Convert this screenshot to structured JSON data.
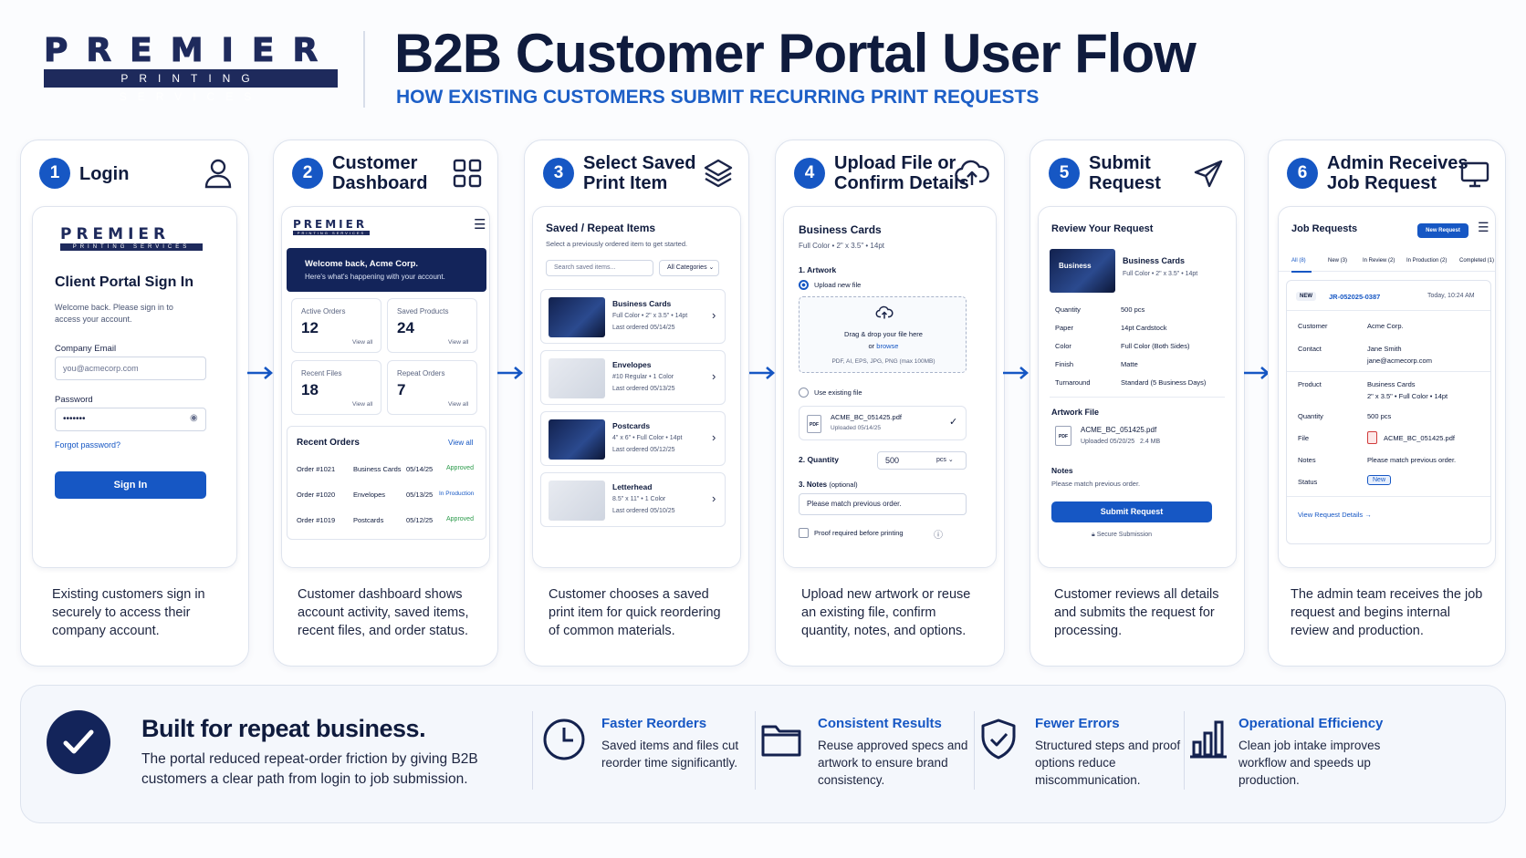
{
  "header": {
    "logo_main": "PREMIER",
    "logo_sub": "PRINTING SERVICES",
    "title": "B2B Customer Portal User Flow",
    "subtitle": "HOW EXISTING CUSTOMERS SUBMIT RECURRING PRINT REQUESTS"
  },
  "steps": [
    {
      "num": "1",
      "title": "Login",
      "caption": "Existing customers sign in securely to access their company account.",
      "icon": "user-icon"
    },
    {
      "num": "2",
      "title": "Customer\nDashboard",
      "caption": "Customer dashboard shows account activity, saved items, recent files, and order status.",
      "icon": "grid-icon"
    },
    {
      "num": "3",
      "title": "Select Saved\nPrint Item",
      "caption": "Customer chooses a saved print item for quick reordering of common materials.",
      "icon": "layers-icon"
    },
    {
      "num": "4",
      "title": "Upload File or\nConfirm Details",
      "caption": "Upload new artwork or reuse an existing file, confirm quantity, notes, and options.",
      "icon": "cloud-upload-icon"
    },
    {
      "num": "5",
      "title": "Submit\nRequest",
      "caption": "Customer reviews all details and submits the request for processing.",
      "icon": "send-icon"
    },
    {
      "num": "6",
      "title": "Admin Receives\nJob Request",
      "caption": "The admin team receives the job request and begins internal review and production.",
      "icon": "monitor-icon"
    }
  ],
  "login": {
    "logo_main": "PREMIER",
    "logo_sub": "PRINTING SERVICES",
    "title": "Client Portal Sign In",
    "welcome": "Welcome back. Please sign in to access your account.",
    "email_label": "Company Email",
    "email_placeholder": "you@acmecorp.com",
    "password_label": "Password",
    "password_value": "•••••••",
    "forgot": "Forgot password?",
    "sign_in": "Sign In"
  },
  "dashboard": {
    "logo_main": "PREMIER",
    "logo_sub": "PRINTING SERVICES",
    "welcome_title": "Welcome back, Acme Corp.",
    "welcome_sub": "Here's what's happening with your account.",
    "stats": [
      {
        "label": "Active Orders",
        "value": "12",
        "link": "View all"
      },
      {
        "label": "Saved Products",
        "value": "24",
        "link": "View all"
      },
      {
        "label": "Recent Files",
        "value": "18",
        "link": "View all"
      },
      {
        "label": "Repeat Orders",
        "value": "7",
        "link": "View all"
      }
    ],
    "recent_title": "Recent Orders",
    "recent_link": "View all",
    "orders": [
      {
        "id": "Order #1021",
        "item": "Business Cards",
        "date": "05/14/25",
        "status": "Approved"
      },
      {
        "id": "Order #1020",
        "item": "Envelopes",
        "date": "05/13/25",
        "status": "In Production"
      },
      {
        "id": "Order #1019",
        "item": "Postcards",
        "date": "05/12/25",
        "status": "Approved"
      }
    ]
  },
  "saved": {
    "title": "Saved / Repeat Items",
    "sub": "Select a previously ordered item to get started.",
    "search_placeholder": "Search saved items...",
    "category": "All Categories",
    "items": [
      {
        "name": "Business Cards",
        "spec": "Full Color • 2\" x 3.5\" • 14pt",
        "last": "Last ordered 05/14/25"
      },
      {
        "name": "Envelopes",
        "spec": "#10 Regular • 1 Color",
        "last": "Last ordered 05/13/25"
      },
      {
        "name": "Postcards",
        "spec": "4\" x 6\" • Full Color • 14pt",
        "last": "Last ordered 05/12/25"
      },
      {
        "name": "Letterhead",
        "spec": "8.5\" x 11\" • 1 Color",
        "last": "Last ordered 05/10/25"
      }
    ]
  },
  "upload": {
    "title": "Business Cards",
    "spec": "Full Color • 2\" x 3.5\" • 14pt",
    "artwork_label": "1. Artwork",
    "upload_option": "Upload new file",
    "drop_text": "Drag & drop your file here",
    "or": "or",
    "browse": "browse",
    "formats": "PDF, AI, EPS, JPG, PNG (max 100MB)",
    "existing_option": "Use existing file",
    "file_name": "ACME_BC_051425.pdf",
    "file_date": "Uploaded 05/14/25",
    "file_type": "PDF",
    "quantity_label": "2. Quantity",
    "quantity": "500",
    "unit": "pcs",
    "notes_label": "3. Notes",
    "notes_opt": "(optional)",
    "notes_value": "Please match previous order.",
    "proof": "Proof required before printing"
  },
  "review": {
    "title": "Review Your Request",
    "product": "Business Cards",
    "spec": "Full Color • 2\" x 3.5\" • 14pt",
    "thumb_text": "Business",
    "rows": [
      {
        "k": "Quantity",
        "v": "500 pcs"
      },
      {
        "k": "Paper",
        "v": "14pt Cardstock"
      },
      {
        "k": "Color",
        "v": "Full Color (Both Sides)"
      },
      {
        "k": "Finish",
        "v": "Matte"
      },
      {
        "k": "Turnaround",
        "v": "Standard (5 Business Days)"
      }
    ],
    "artwork_title": "Artwork File",
    "file_name": "ACME_BC_051425.pdf",
    "file_meta": "Uploaded 05/20/25   2.4 MB",
    "file_type": "PDF",
    "notes_title": "Notes",
    "notes": "Please match previous order.",
    "submit": "Submit Request",
    "secure": "Secure Submission"
  },
  "admin": {
    "title": "Job Requests",
    "new_btn": "New Request",
    "tabs": [
      "All (8)",
      "New (3)",
      "In Review (2)",
      "In Production (2)",
      "Completed (1)"
    ],
    "badge": "NEW",
    "job_id": "JR-052025-0387",
    "time": "Today, 10:24 AM",
    "rows": [
      {
        "k": "Customer",
        "v": "Acme Corp.",
        "v2": ""
      },
      {
        "k": "Contact",
        "v": "Jane Smith",
        "v2": "jane@acmecorp.com"
      },
      {
        "k": "Product",
        "v": "Business Cards",
        "v2": "2\" x 3.5\" • Full Color • 14pt"
      },
      {
        "k": "Quantity",
        "v": "500 pcs",
        "v2": ""
      },
      {
        "k": "File",
        "v": "ACME_BC_051425.pdf",
        "v2": ""
      },
      {
        "k": "Notes",
        "v": "Please match previous order.",
        "v2": ""
      },
      {
        "k": "Status",
        "v": "New",
        "v2": ""
      }
    ],
    "details_link": "View Request Details"
  },
  "banner": {
    "title": "Built for repeat business.",
    "text": "The portal reduced repeat-order friction by giving B2B customers a clear path from login to job submission.",
    "features": [
      {
        "title": "Faster Reorders",
        "text": "Saved items and files cut reorder time significantly.",
        "icon": "clock-icon"
      },
      {
        "title": "Consistent Results",
        "text": "Reuse approved specs and artwork to ensure brand consistency.",
        "icon": "folder-icon"
      },
      {
        "title": "Fewer Errors",
        "text": "Structured steps and proof options reduce miscommunication.",
        "icon": "shield-check-icon"
      },
      {
        "title": "Operational Efficiency",
        "text": "Clean job intake improves workflow and speeds up production.",
        "icon": "bar-chart-icon"
      }
    ]
  },
  "colors": {
    "primary": "#1657c4",
    "navy": "#13245a",
    "approved": "#2a9a4a"
  }
}
